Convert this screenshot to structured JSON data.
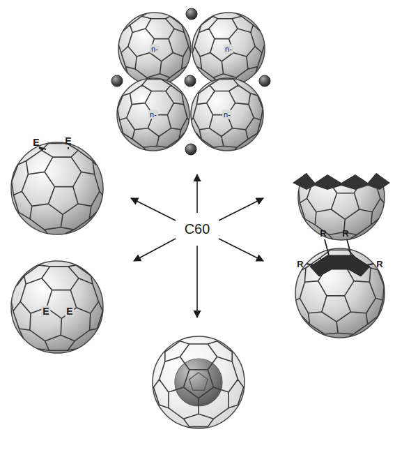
{
  "diagram": {
    "labels": [
      "n-",
      "n-",
      "n-",
      "n-",
      "E",
      "E",
      "E",
      "E",
      "R",
      "R",
      "R",
      "R",
      "C60"
    ]
  }
}
